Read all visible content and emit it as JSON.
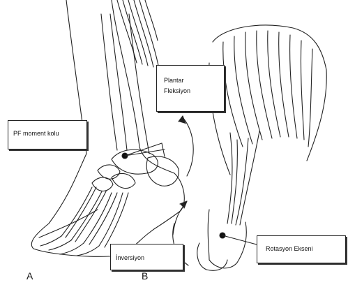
{
  "labels": {
    "pf_moment_arm": "PF moment kolu",
    "plantar_line1": "Plantar",
    "plantar_line2": "Fleksiyon",
    "inversion": "İnversiyon",
    "rotation_axis": "Rotasyon Ekseni"
  },
  "panels": {
    "a": "A",
    "b": "B"
  }
}
